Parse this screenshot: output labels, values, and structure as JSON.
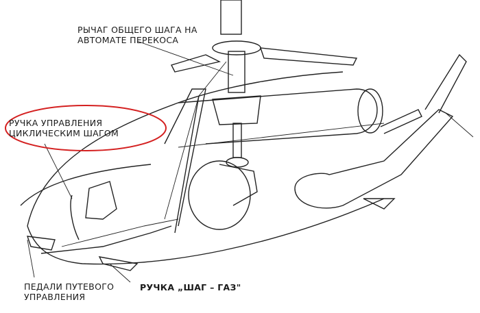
{
  "labels": {
    "collective_lever": [
      "РЫЧАГ ОБЩЕГО ШАГА НА",
      "АВТОМАТЕ ПЕРЕКОСА"
    ],
    "cyclic_stick": [
      "РУЧКА УПРАВЛЕНИЯ",
      "ЦИКЛИЧЕСКИМ ШАГОМ"
    ],
    "pedals": [
      "ПЕДАЛИ ПУТЕВОГО",
      "УПРАВЛЕНИЯ"
    ],
    "pitch_throttle": "РУЧКА „ШАГ – ГАЗ\""
  },
  "colors": {
    "highlight_ellipse": "#d42020",
    "ink": "#222222"
  }
}
